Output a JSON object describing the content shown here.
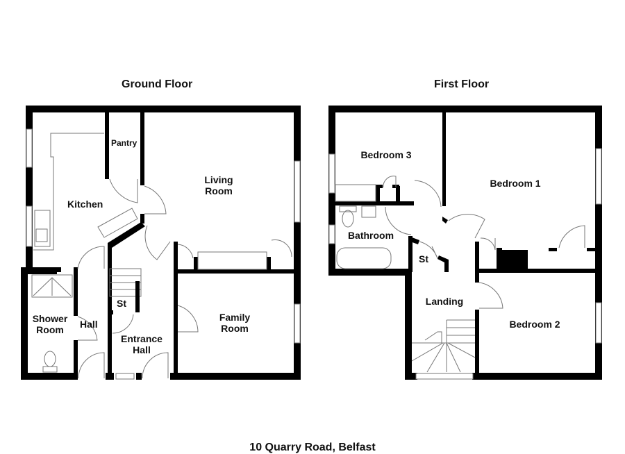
{
  "floors": {
    "ground": {
      "title": "Ground Floor",
      "rooms": {
        "kitchen": "Kitchen",
        "pantry": "Pantry",
        "living_line1": "Living",
        "living_line2": "Room",
        "shower_line1": "Shower",
        "shower_line2": "Room",
        "hall": "Hall",
        "store": "St",
        "entrance_line1": "Entrance",
        "entrance_line2": "Hall",
        "family_line1": "Family",
        "family_line2": "Room"
      }
    },
    "first": {
      "title": "First Floor",
      "rooms": {
        "bedroom3": "Bedroom 3",
        "bedroom1": "Bedroom 1",
        "bathroom": "Bathroom",
        "store": "St",
        "landing": "Landing",
        "bedroom2": "Bedroom 2"
      }
    }
  },
  "caption": "10 Quarry Road, Belfast",
  "colors": {
    "wall": "#000000",
    "fixture": "#777777",
    "background": "#ffffff"
  }
}
